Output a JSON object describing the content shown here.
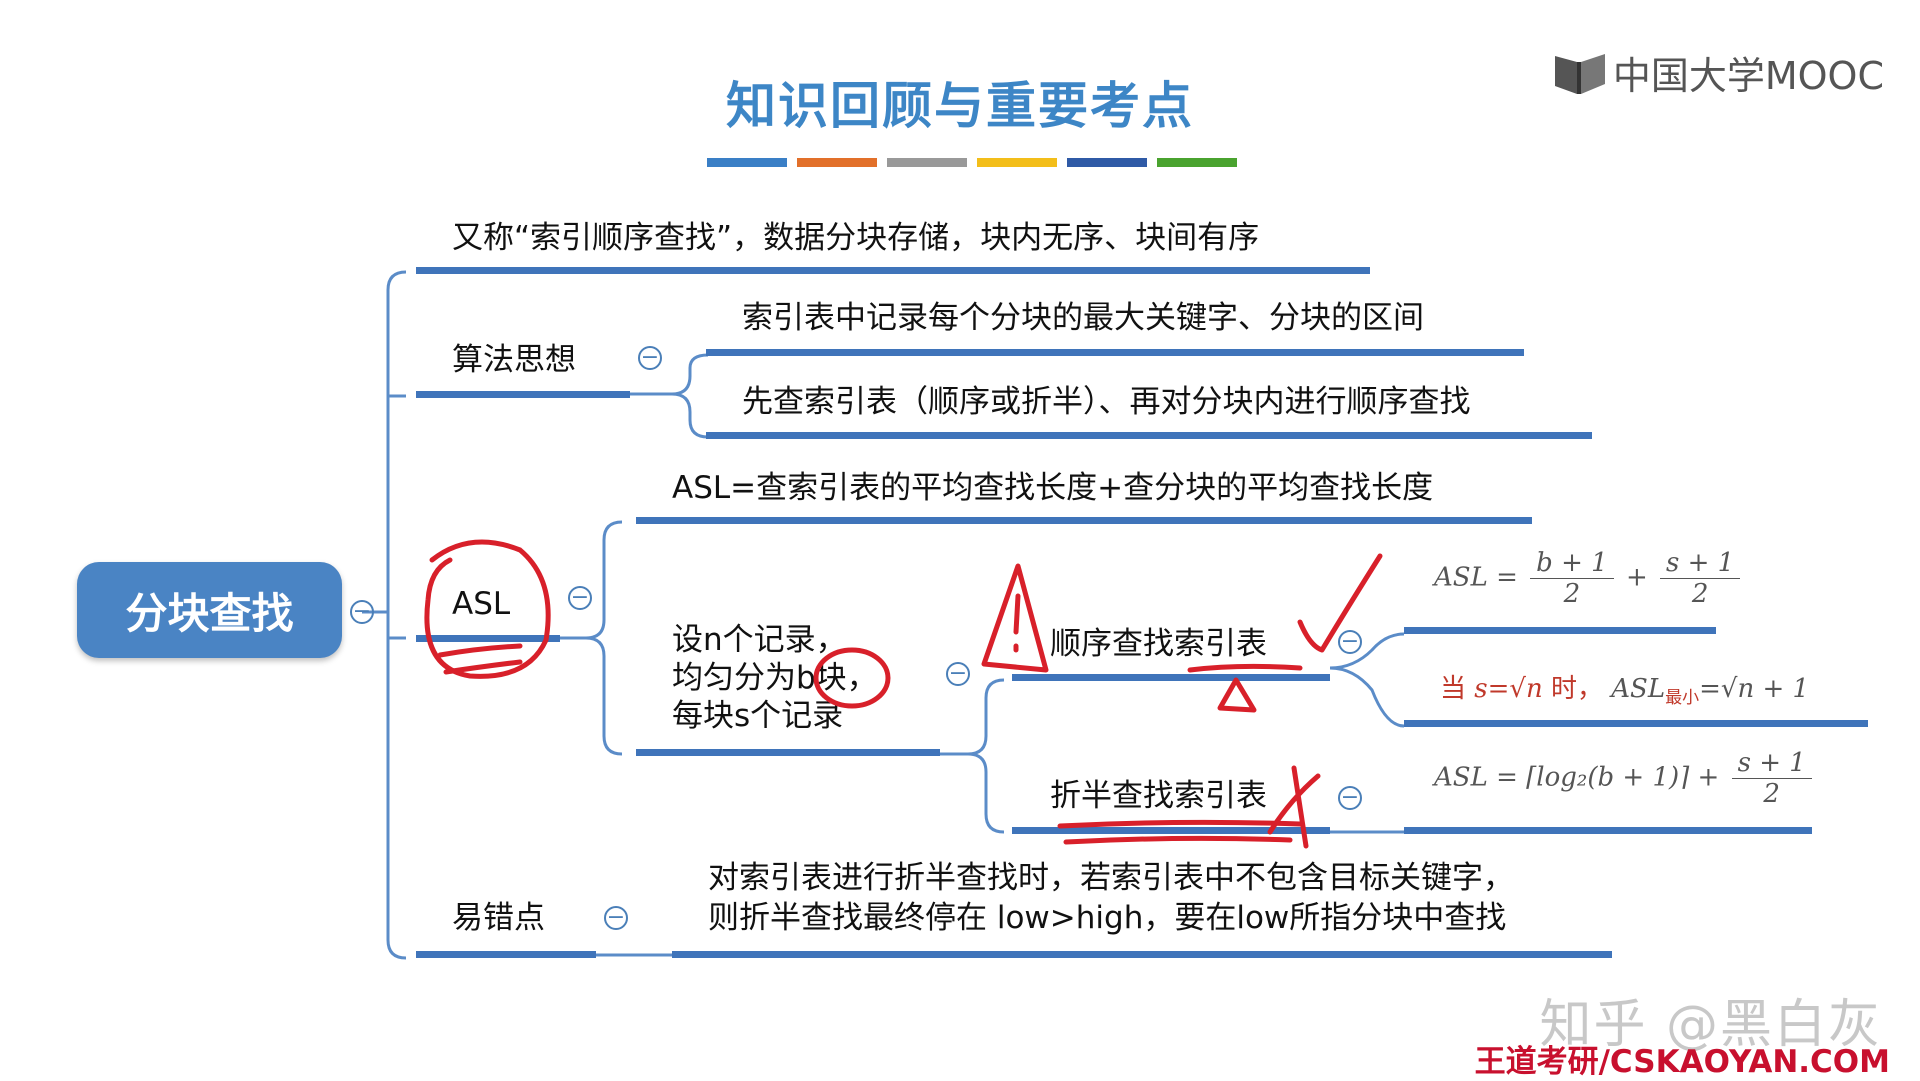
{
  "title": "知识回顾与重要考点",
  "accent_bars": [
    "#3a7fc6",
    "#e2702a",
    "#999999",
    "#f3be1a",
    "#2f5aa6",
    "#4aa32f"
  ],
  "logo": {
    "text": "中国大学MOOC",
    "icon": "mooc-book-icon"
  },
  "root": "分块查找",
  "branches": {
    "intro": "又称“索引顺序查找”，数据分块存储，块内无序、块间有序",
    "algo": {
      "label": "算法思想",
      "items": [
        "索引表中记录每个分块的最大关键字、分块的区间",
        "先查索引表（顺序或折半）、再对分块内进行顺序查找"
      ]
    },
    "asl": {
      "label": "ASL",
      "formula": "ASL=查索引表的平均查找长度+查分块的平均查找长度",
      "setup": [
        "设n个记录，",
        "均匀分为b块，",
        "每块s个记录"
      ],
      "seq": {
        "label": "顺序查找索引表",
        "f1_lhs": "ASL =",
        "f1_n1": "b + 1",
        "f1_d1": "2",
        "f1_plus": "+",
        "f1_n2": "s + 1",
        "f1_d2": "2",
        "f2_prefix": "当",
        "f2_cond": "s=√n",
        "f2_when": "时，",
        "f2_asl": "ASL",
        "f2_sub": "最小",
        "f2_rhs": "=√n + 1"
      },
      "bin": {
        "label": "折半查找索引表",
        "f_lhs": "ASL = ⌈log₂(b + 1)⌉ +",
        "f_num": "s + 1",
        "f_den": "2"
      }
    },
    "pitfall": {
      "label": "易错点",
      "lines": [
        "对索引表进行折半查找时，若索引表中不包含目标关键字，",
        "则折半查找最终停在 low>high，要在low所指分块中查找"
      ]
    }
  },
  "collapse_symbol": "−",
  "watermark": "知乎 @黑白灰",
  "watermark2": "王道考研/CSKAOYAN.COM"
}
